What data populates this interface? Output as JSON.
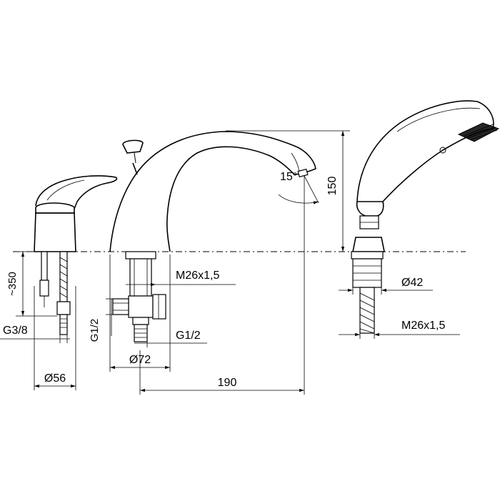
{
  "dimensions": {
    "overall_height": "150",
    "spout_angle": "15°",
    "hose_length": "~350",
    "thread_main": "M26x1,5",
    "thread_shower": "M26x1,5",
    "handle_connection": "G3/8",
    "inlet_connection": "G1/2",
    "inlet_side_connection": "G1/2",
    "base_diameter_spout": "Ø72",
    "base_diameter_handle": "Ø56",
    "shower_diameter": "Ø42",
    "spout_reach": "190"
  },
  "colors": {
    "line": "#000000",
    "background": "#ffffff"
  }
}
